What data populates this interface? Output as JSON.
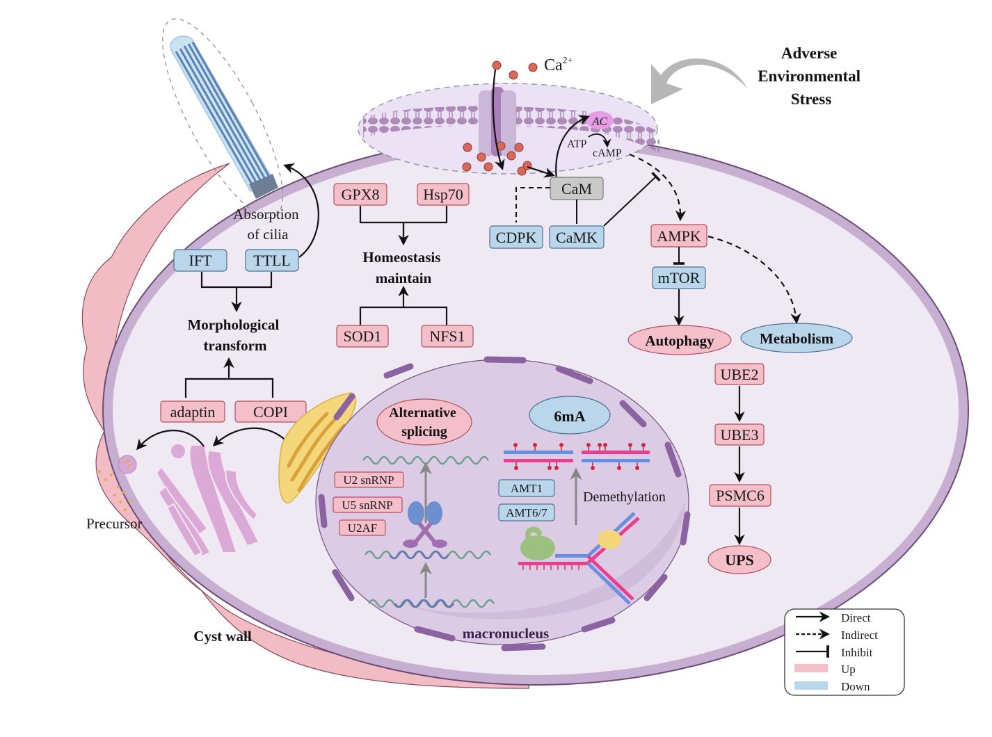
{
  "stress": {
    "title_lines": [
      "Adverse",
      "Environmental",
      "Stress"
    ],
    "ion_label": "Ca",
    "ion_charge": "2+"
  },
  "membrane": {
    "ac_label": "AC",
    "atp_label": "ATP",
    "camp_label": "cAMP"
  },
  "calcium_signaling": {
    "cam": {
      "label": "CaM",
      "regulation": "neutral"
    },
    "cdpk": {
      "label": "CDPK",
      "regulation": "down"
    },
    "camk": {
      "label": "CaMK",
      "regulation": "down"
    }
  },
  "energy_pathway": {
    "ampk": {
      "label": "AMPK",
      "regulation": "up"
    },
    "mtor": {
      "label": "mTOR",
      "regulation": "down"
    },
    "autophagy": {
      "label": "Autophagy",
      "regulation": "up"
    },
    "metabolism": {
      "label": "Metabolism",
      "regulation": "down"
    }
  },
  "ups_pathway": {
    "ube2": {
      "label": "UBE2",
      "regulation": "up"
    },
    "ube3": {
      "label": "UBE3",
      "regulation": "up"
    },
    "psmc6": {
      "label": "PSMC6",
      "regulation": "up"
    },
    "ups": {
      "label": "UPS",
      "regulation": "up"
    }
  },
  "homeostasis": {
    "title_lines": [
      "Homeostasis",
      "maintain"
    ],
    "gpx8": {
      "label": "GPX8",
      "regulation": "up"
    },
    "hsp70": {
      "label": "Hsp70",
      "regulation": "up"
    },
    "sod1": {
      "label": "SOD1",
      "regulation": "up"
    },
    "nfs1": {
      "label": "NFS1",
      "regulation": "up"
    }
  },
  "morphology": {
    "cilia_label_lines": [
      "Absorption",
      "of cilia"
    ],
    "title_lines": [
      "Morphological",
      "transform"
    ],
    "ift": {
      "label": "IFT",
      "regulation": "down"
    },
    "ttll": {
      "label": "TTLL",
      "regulation": "down"
    },
    "adaptin": {
      "label": "adaptin",
      "regulation": "up"
    },
    "copi": {
      "label": "COPI",
      "regulation": "up"
    },
    "precursor_label": "Precursor",
    "cyst_wall_label": "Cyst wall"
  },
  "nucleus": {
    "label": "macronucleus",
    "splicing": {
      "title_lines": [
        "Alternative",
        "splicing"
      ],
      "u2snrnp": {
        "label": "U2 snRNP",
        "regulation": "up"
      },
      "u5snrnp": {
        "label": "U5 snRNP",
        "regulation": "up"
      },
      "u2af": {
        "label": "U2AF",
        "regulation": "up"
      }
    },
    "methylation": {
      "title": "6mA",
      "amt1": {
        "label": "AMT1",
        "regulation": "down"
      },
      "amt67": {
        "label": "AMT6/7",
        "regulation": "down"
      },
      "demethylation_label": "Demethylation"
    }
  },
  "legend": {
    "items": [
      {
        "label": "Direct",
        "type": "arrow-solid"
      },
      {
        "label": "Indirect",
        "type": "arrow-dashed"
      },
      {
        "label": "Inhibit",
        "type": "inhibit"
      },
      {
        "label": "Up",
        "type": "swatch",
        "color": "#f4bfc8"
      },
      {
        "label": "Down",
        "type": "swatch",
        "color": "#b9d6ea"
      }
    ]
  },
  "colors": {
    "up_fill": "#f4bfc8",
    "up_stroke": "#b0505e",
    "down_fill": "#b9d6ea",
    "down_stroke": "#4f6f92",
    "neutral_fill": "#c9c9c9",
    "cell_fill": "#efe9f3",
    "cell_border": "#c7afd2",
    "nucleus_fill": "#dccbe4",
    "ca_ion": "#d8685a"
  }
}
